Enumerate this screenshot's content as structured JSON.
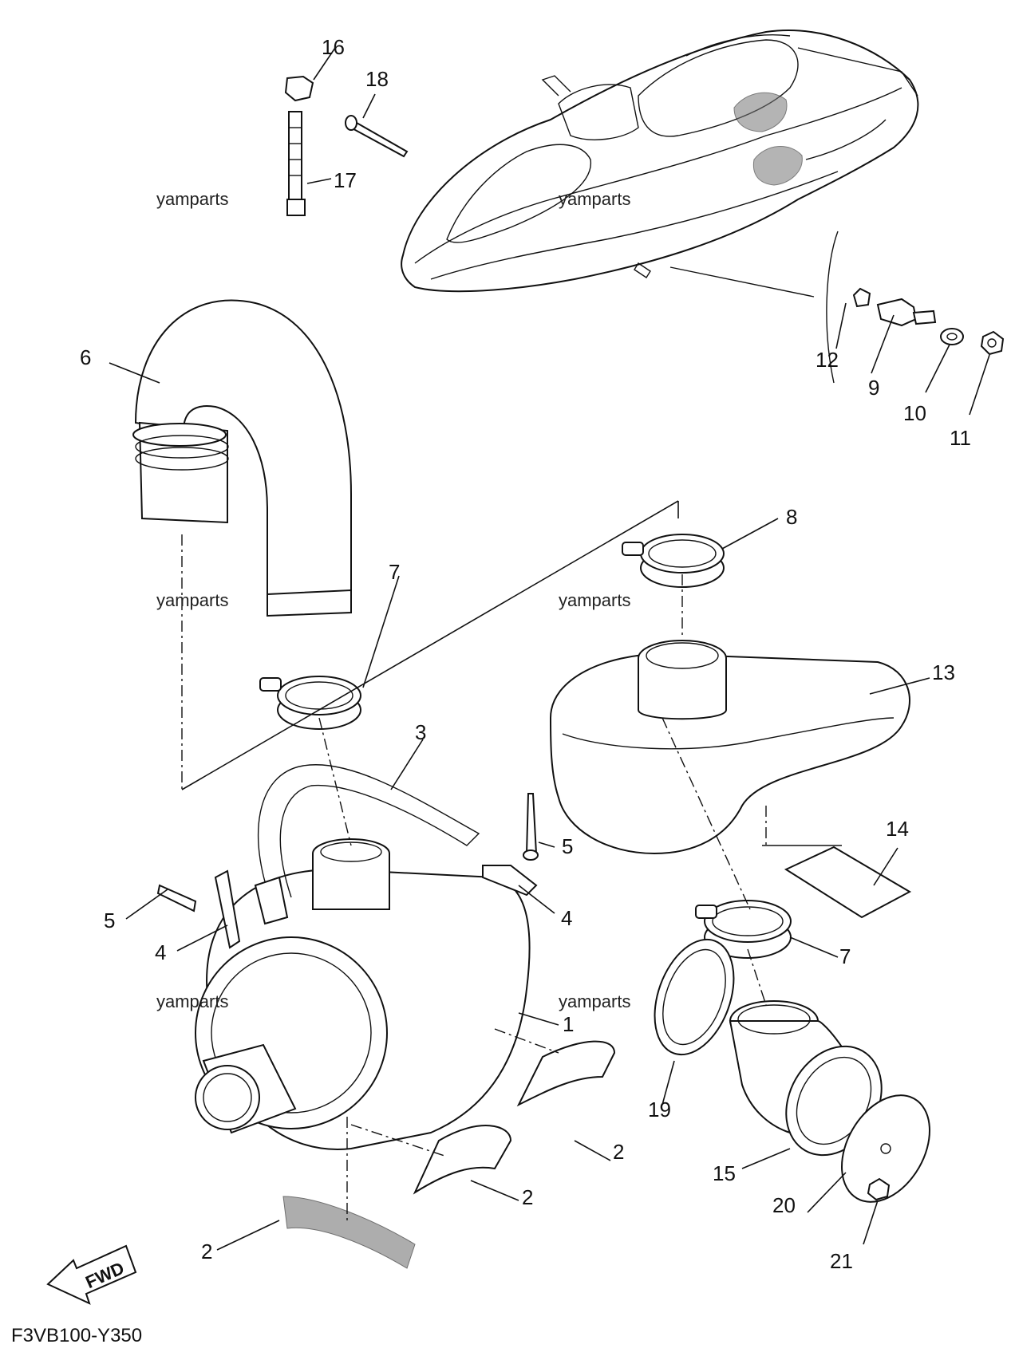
{
  "diagram": {
    "drawing_code": "F3VB100-Y350",
    "watermark": "yamparts",
    "fwd_label": "FWD",
    "callouts": [
      "1",
      "2",
      "3",
      "4",
      "5",
      "6",
      "7",
      "8",
      "9",
      "10",
      "11",
      "12",
      "13",
      "14",
      "15",
      "16",
      "17",
      "18",
      "19",
      "20",
      "21"
    ]
  },
  "colors": {
    "line": "#111111",
    "background": "#ffffff"
  }
}
